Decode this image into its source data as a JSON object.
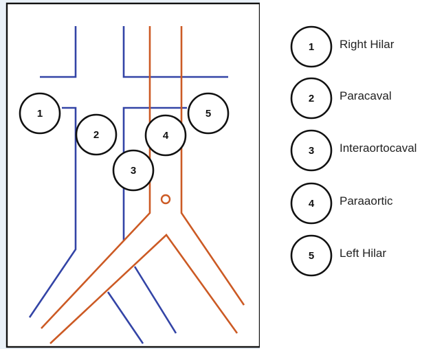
{
  "colors": {
    "background": "#eaf1f8",
    "panel": "#ffffff",
    "vein": "#3344a6",
    "artery": "#cc5a24",
    "outline": "#111111"
  },
  "diagram": {
    "nodes": [
      {
        "num": "1"
      },
      {
        "num": "2"
      },
      {
        "num": "3"
      },
      {
        "num": "4"
      },
      {
        "num": "5"
      }
    ]
  },
  "legend": {
    "items": [
      {
        "num": "1",
        "label": "Right Hilar"
      },
      {
        "num": "2",
        "label": "Paracaval"
      },
      {
        "num": "3",
        "label": "Interaortocaval"
      },
      {
        "num": "4",
        "label": "Paraaortic"
      },
      {
        "num": "5",
        "label": "Left Hilar"
      }
    ]
  }
}
